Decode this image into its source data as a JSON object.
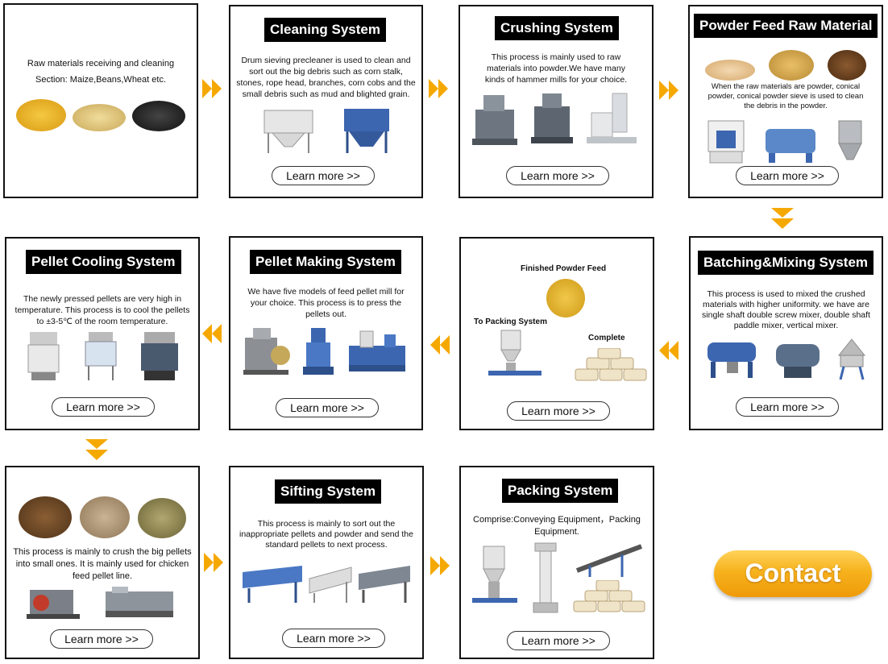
{
  "steps": {
    "receiving": {
      "text_1": "Raw materials receiving and cleaning",
      "text_2": "Section: Maize,Beans,Wheat etc."
    },
    "cleaning": {
      "title": "Cleaning System",
      "desc": "Drum sieving precleaner is used to clean and sort out the big debris such as corn stalk, stones, rope head, branches, corn cobs and the small debris such as mud and blighted grain.",
      "button": "Learn more >>"
    },
    "crushing": {
      "title": "Crushing System",
      "desc": "This process is mainly used to raw materials into powder.We have many kinds of hammer mills for your choice.",
      "button": "Learn more >>"
    },
    "powder": {
      "title": "Powder Feed Raw Material",
      "desc": "When the raw materials are powder, conical powder, conical powder sieve is used to clean the  debris in the powder.",
      "button": "Learn more >>"
    },
    "batching": {
      "title": "Batching&Mixing System",
      "desc": "This process is used to mixed the crushed materials with higher uniformity. we have are single shaft double screw mixer, double shaft paddle mixer, vertical mixer.",
      "button": "Learn more >>"
    },
    "finished": {
      "label_powder": "Finished Powder Feed",
      "label_packing": "To Packing System",
      "label_complete": "Complete",
      "button": "Learn more >>"
    },
    "making": {
      "title": "Pellet Making System",
      "desc": "We have five models of feed pellet mill for your choice. This process is to press the pellets out.",
      "button": "Learn more >>"
    },
    "cooling": {
      "title": "Pellet Cooling System",
      "desc": "The newly pressed pellets are very high in temperature. This process is to cool the pellets to ±3-5℃ of the room temperature.",
      "button": "Learn more >>"
    },
    "crumbling": {
      "desc": "This process is mainly to crush the big pellets into small ones. It is mainly used for chicken feed pellet line.",
      "button": "Learn more >>"
    },
    "sifting": {
      "title": "Sifting System",
      "desc": "This process is mainly to sort out the inappropriate pellets and powder and send the standard pellets to next process.",
      "button": "Learn more >>"
    },
    "packing": {
      "title": "Packing System",
      "desc": "Comprise:Conveying Equipment，Packing Equipment.",
      "button": "Learn more >>"
    }
  },
  "contact": {
    "label": "Contact"
  },
  "colors": {
    "arrow": "#f5a800",
    "contact": "#f6b21d",
    "machine_blue": "#3d66b0"
  }
}
